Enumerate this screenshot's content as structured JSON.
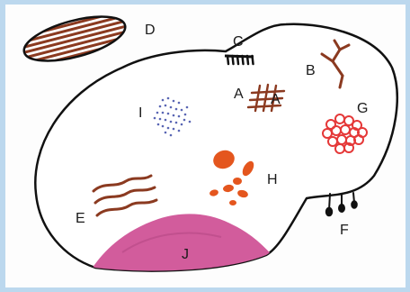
{
  "figure": {
    "labels": {
      "A": "A",
      "A2": "A",
      "B": "B",
      "C": "C",
      "D": "D",
      "E": "E",
      "F": "F",
      "G": "G",
      "H": "H",
      "I": "I",
      "J": "J"
    },
    "colors": {
      "frame": "#bcd8ee",
      "outline": "#111111",
      "brown": "#8b3a20",
      "orange": "#e4561e",
      "red": "#e53838",
      "blue": "#5a66b4",
      "magenta": "#d25c9c",
      "magenta_dark": "#b0447f",
      "black": "#111111"
    }
  }
}
